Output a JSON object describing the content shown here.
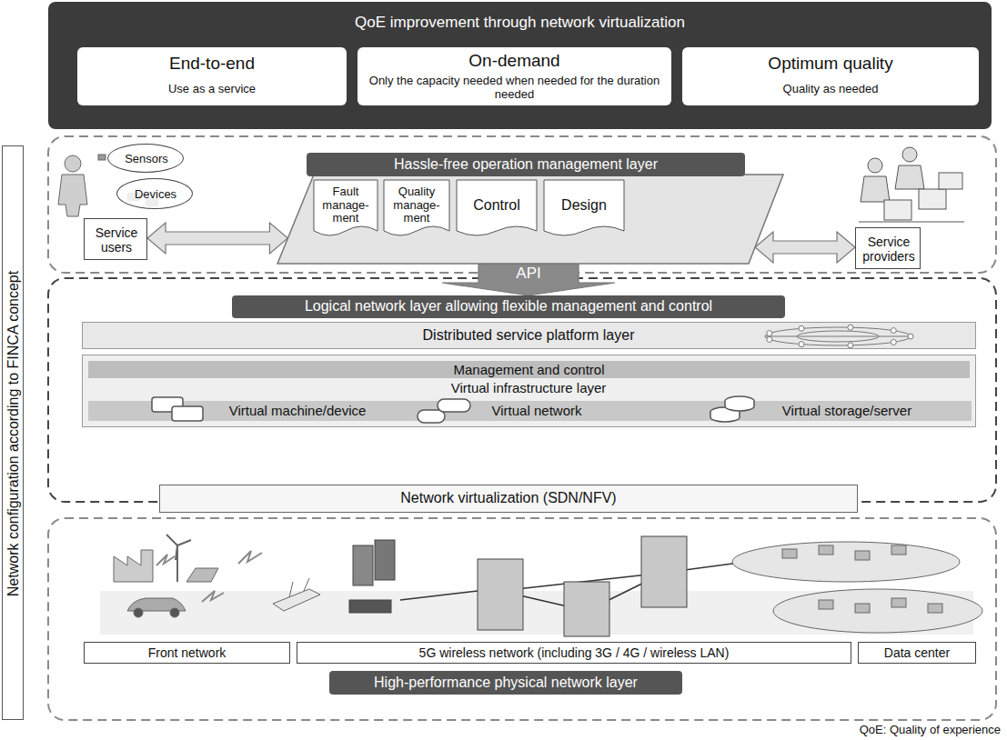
{
  "diagram": {
    "nodes": [
      {
        "text": [
          "QoE improvement through network virtualization"
        ]
      },
      {
        "text": [
          "End-to-end",
          "Use as a service"
        ],
        "in": 0
      },
      {
        "text": [
          "On-demand",
          "Only the capacity needed when needed for the duration needed"
        ],
        "in": 0
      },
      {
        "text": [
          "Optimum quality",
          "Quality as needed"
        ],
        "in": 0
      },
      {
        "text": [
          "Network configuration according to FINCA concept"
        ]
      },
      {
        "text": [
          "Service users"
        ]
      },
      {
        "text": [
          "Sensors"
        ]
      },
      {
        "text": [
          "Devices"
        ]
      },
      {
        "text": [
          "Hassle-free operation management layer"
        ]
      },
      {
        "text": [
          "Fault manage- ment"
        ],
        "in": 8
      },
      {
        "text": [
          "Quality manage- ment"
        ],
        "in": 8
      },
      {
        "text": [
          "Control"
        ],
        "in": 8
      },
      {
        "text": [
          "Design"
        ],
        "in": 8
      },
      {
        "text": [
          "Service providers"
        ]
      },
      {
        "text": [
          "Logical network layer allowing flexible management and control"
        ]
      },
      {
        "text": [
          "Distributed service platform layer"
        ]
      },
      {
        "text": [
          "Management and control",
          "Virtual infrastructure layer"
        ]
      },
      {
        "text": [
          "Virtual machine/device",
          "Virtual network",
          "Virtual storage/server"
        ],
        "in": 16
      },
      {
        "text": [
          "Network virtualization (SDN/NFV)"
        ]
      },
      {
        "text": [
          "Front network"
        ]
      },
      {
        "text": [
          "5G wireless network (including 3G / 4G / wireless LAN)"
        ]
      },
      {
        "text": [
          "Data center"
        ]
      },
      {
        "text": [
          "High-performance physical network layer"
        ]
      }
    ],
    "edges": [
      {
        "from": 5,
        "to": 8,
        "arrow": "both"
      },
      {
        "from": 8,
        "to": 13,
        "arrow": "both"
      },
      {
        "from": 8,
        "to": 14,
        "arrow": "to",
        "label": "API"
      }
    ],
    "labels": [
      "QoE: Quality of experience"
    ]
  }
}
